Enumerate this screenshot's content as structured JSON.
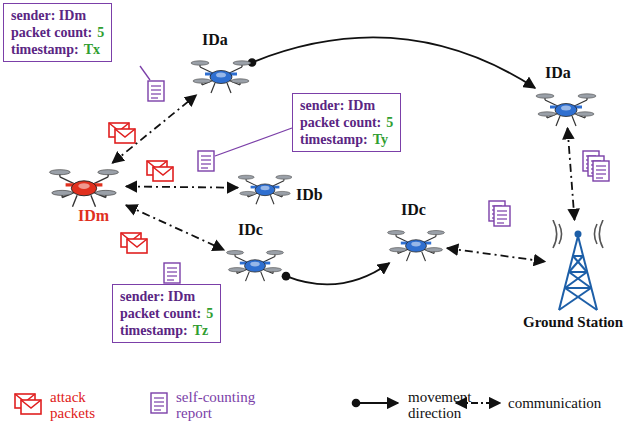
{
  "diagram": {
    "nodes": [
      {
        "text": [
          "sender: IDm",
          "packet count:",
          "5",
          "timestamp:",
          "Tx"
        ]
      },
      {
        "text": [
          "IDa"
        ]
      },
      {
        "text": [
          "sender: IDm",
          "packet count:",
          "5",
          "timestamp:",
          "Ty"
        ]
      },
      {
        "text": [
          "IDa"
        ]
      },
      {
        "text": [
          "IDm"
        ]
      },
      {
        "text": [
          "IDb"
        ]
      },
      {
        "text": [
          "IDc"
        ]
      },
      {
        "text": [
          "IDc"
        ]
      },
      {
        "text": [
          "Ground Station"
        ]
      },
      {
        "text": [
          "sender: IDm",
          "packet count:",
          "5",
          "timestamp:",
          "Tz"
        ]
      }
    ],
    "edges": [
      {
        "from": 4,
        "to": 1,
        "arrow": "both"
      },
      {
        "from": 4,
        "to": 5,
        "arrow": "both"
      },
      {
        "from": 4,
        "to": 6,
        "arrow": "both"
      },
      {
        "from": 3,
        "to": 8,
        "arrow": "both"
      },
      {
        "from": 7,
        "to": 8,
        "arrow": "both"
      },
      {
        "from": 1,
        "to": 3,
        "arrow": "to"
      },
      {
        "from": 6,
        "to": 7,
        "arrow": "to"
      }
    ],
    "legend": [
      {
        "text": "attack packets"
      },
      {
        "text": "self-counting report"
      },
      {
        "text": "movement direction"
      },
      {
        "text": "communication"
      }
    ]
  }
}
